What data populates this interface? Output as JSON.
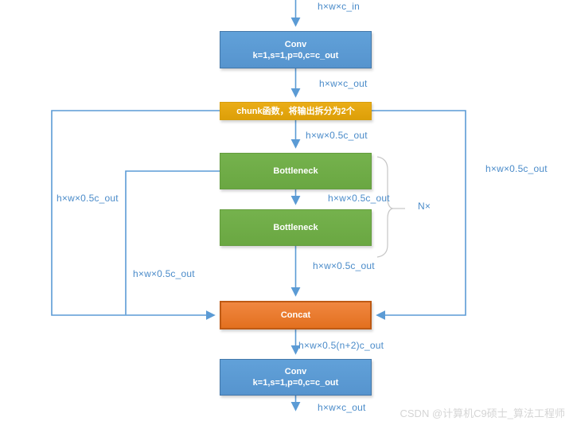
{
  "diagram": {
    "nodes": {
      "conv1": {
        "title": "Conv",
        "params": "k=1,s=1,p=0,c=c_out"
      },
      "chunk": {
        "title": "chunk函数，将输出拆分为2个"
      },
      "bottleneck1": {
        "title": "Bottleneck"
      },
      "bottleneck2": {
        "title": "Bottleneck"
      },
      "concat": {
        "title": "Concat"
      },
      "conv2": {
        "title": "Conv",
        "params": "k=1,s=1,p=0,c=c_out"
      }
    },
    "edge_labels": {
      "input": "h×w×c_in",
      "after_conv1": "h×w×c_out",
      "chunk_to_bottleneck1": "h×w×0.5c_out",
      "bottleneck1_to_bottleneck2": "h×w×0.5c_out",
      "bottleneck2_to_concat": "h×w×0.5c_out",
      "left_outer_branch": "h×w×0.5c_out",
      "left_inner_branch": "h×w×0.5c_out",
      "right_branch": "h×w×0.5c_out",
      "after_concat": "h×w×0.5(n+2)c_out",
      "output": "h×w×c_out",
      "repeat": "N×"
    },
    "colors": {
      "conv_fill": "#5B9BD5",
      "conv_border": "#4377A9",
      "chunk_fill": "#E3A60E",
      "bottleneck_fill": "#70AD47",
      "concat_fill": "#ED7D31",
      "concat_border": "#BE5A14",
      "wire": "#5B9BD5",
      "label_text": "#4A8BC9",
      "brace": "#C6C6C6",
      "watermark_text": "#D5D5D5"
    },
    "watermark": "CSDN @计算机C9硕士_算法工程师"
  }
}
